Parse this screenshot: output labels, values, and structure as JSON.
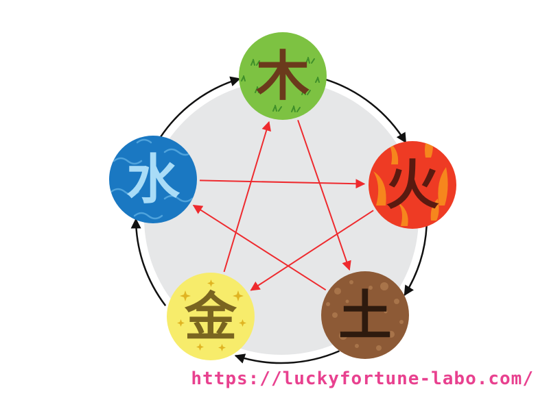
{
  "elements": [
    {
      "id": "wood",
      "glyph": "木",
      "color": "#7dc242",
      "glyph_color": "#6b3a1c",
      "icon": "grass-icon"
    },
    {
      "id": "fire",
      "glyph": "火",
      "color": "#ee3b24",
      "glyph_color": "#5a1a10",
      "icon": "flame-icon"
    },
    {
      "id": "earth",
      "glyph": "土",
      "color": "#8d5a36",
      "glyph_color": "#2e1a0e",
      "icon": "soil-spots-icon"
    },
    {
      "id": "metal",
      "glyph": "金",
      "color": "#f7ec6b",
      "glyph_color": "#7a6520",
      "icon": "sparkle-icon"
    },
    {
      "id": "water",
      "glyph": "水",
      "color": "#1a78c2",
      "glyph_color": "#a9dcf7",
      "icon": "wave-icon"
    }
  ],
  "cycle_arrows": [
    {
      "from": "wood",
      "to": "fire"
    },
    {
      "from": "fire",
      "to": "earth"
    },
    {
      "from": "earth",
      "to": "metal"
    },
    {
      "from": "metal",
      "to": "water"
    },
    {
      "from": "water",
      "to": "wood"
    }
  ],
  "control_arrows": [
    {
      "from": "wood",
      "to": "earth"
    },
    {
      "from": "earth",
      "to": "water"
    },
    {
      "from": "water",
      "to": "fire"
    },
    {
      "from": "fire",
      "to": "metal"
    },
    {
      "from": "metal",
      "to": "wood"
    }
  ],
  "colors": {
    "background_disc": "#e6e7e8",
    "cycle_arrow": "#111111",
    "control_arrow": "#ee2a2e",
    "url_text": "#e8418f"
  },
  "footer": {
    "url": "https://luckyfortune-labo.com/"
  }
}
